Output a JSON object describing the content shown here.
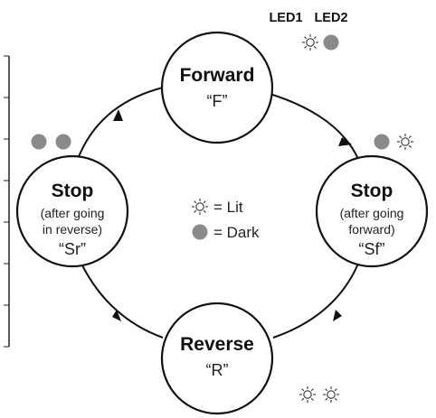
{
  "led_headers": {
    "led1": "LED1",
    "led2": "LED2"
  },
  "states": {
    "forward": {
      "title": "Forward",
      "code": "“F”",
      "led1": "lit",
      "led2": "dark"
    },
    "stop_forward": {
      "title": "Stop",
      "line1": "(after going",
      "line2": "forward)",
      "code": "“Sf”",
      "led1": "dark",
      "led2": "lit"
    },
    "reverse": {
      "title": "Reverse",
      "code": "“R”",
      "led1": "lit",
      "led2": "lit"
    },
    "stop_reverse": {
      "title": "Stop",
      "line1": "(after going",
      "line2": "in reverse)",
      "code": "“Sr”",
      "led1": "dark",
      "led2": "dark"
    }
  },
  "legend": {
    "lit": "= Lit",
    "dark": "= Dark"
  },
  "colors": {
    "dark_led": "#8a8a8a",
    "stroke": "#111111"
  }
}
